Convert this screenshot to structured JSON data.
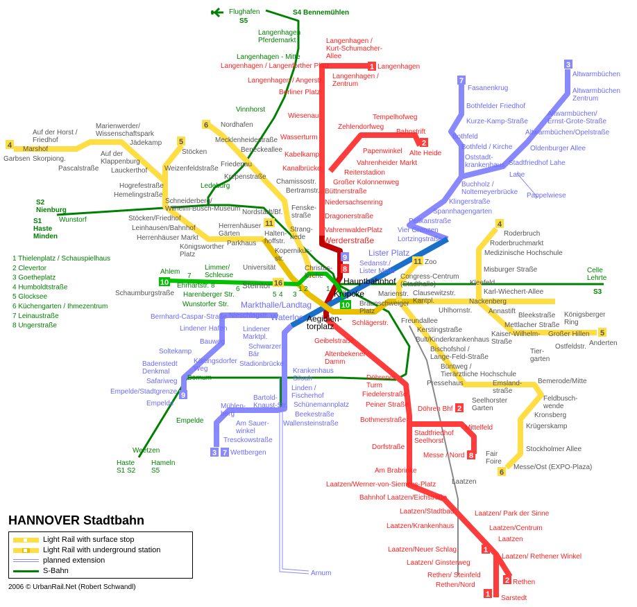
{
  "title": "HANNOVER Stadtbahn",
  "legend": {
    "surface": "Light Rail with surface stop",
    "underground": "Light Rail with underground station",
    "planned": "planned extension",
    "sbahn": "S-Bahn"
  },
  "copyright": "2006 © UrbanRail.Net (Robert Schwandl)",
  "colors": {
    "red": "#ff3c3c",
    "darkred": "#c00000",
    "purple": "#8888ff",
    "blue": "#1a70c8",
    "yellow": "#ffdd44",
    "darkyellow": "#e8c000",
    "green": "#00c000",
    "sbahn": "#008000",
    "grey": "#888888"
  },
  "labels": {
    "red": [
      "Langenhagen /\nKurt-Schumacher-\nAllee",
      "Langenhagen",
      "Langenhagen / Langenforther Platz",
      "Langenhagen /\nZentrum",
      "Langenhagen / Angerstr.",
      "Berliner Platz",
      "Wiesenau",
      "Wasserturm",
      "Kabelkamp",
      "Kanalbrücke",
      "Zehlendorfweg",
      "Tempelhofweg",
      "Bahnstrift",
      "Papenwinkel",
      "Alte Heide",
      "Vahrenheider Markt",
      "Reiterstadion",
      "Großer Kolonnenweg",
      "Büttnerstraße",
      "Niedersachsenring",
      "Dragonerstraße",
      "VahrenwalderPlatz",
      "Werderstraße",
      "Schlägerstr.",
      "Geibelstraße",
      "Altenbekener\nDamm",
      "Döhrener\nTurm",
      "Fiedelerstraße",
      "Peiner Straße",
      "Döhren Bhf",
      "Bothmerstraße",
      "Mittelfeld",
      "Stadtfriedhof\nSeelhorst",
      "Messe / Nord",
      "Dorfstraße",
      "Am Brabrinke",
      "Laatzen/Werner-von-Siemens-Platz",
      "Bahnhof Laatzen/Eichstraße",
      "Laatzen/Stadtbad",
      "Laatzen/ Park der Sinne",
      "Laatzen/Krankenhaus",
      "Laatzen/Centrum",
      "Laatzen",
      "Laatzen/Neuer Schlag",
      "Laatzen/ Rethener Winkel",
      "Laatzen/ Ginsterweg",
      "Rethen/ Steinfeld",
      "Rethen/Nord",
      "Rethen",
      "Sarstedt"
    ],
    "purple": [
      "Altwarmbüchen",
      "Altwarmbüchen\nZentrum",
      "Altwarmbüchen/\nErnst-Grote-Straße",
      "Altwarmbüchen/Opelstraße",
      "Oldenburger Allee",
      "Stadtfriedhof Lahe",
      "Pappelwiese",
      "Fasanenkrug",
      "Bothfelder Friedhof",
      "Kurze-Kamp-Straße",
      "Bothfeld",
      "Bothfeld / Kirche",
      "Oststadt-\nkrankenhaus",
      "Lahe",
      "Buchholz /\nNoltemeyerbrücke",
      "Klingerstraße",
      "Spannhagengarten",
      "Pelikanstraße",
      "Vier Grenzen",
      "Lortzingstraße",
      "Lister Platz",
      "Sedanstr./\nLister Meile",
      "Markthalle/Landtag",
      "Nieschlagstr.",
      "Waterloo",
      "Bernhard-Caspar-Straße",
      "Lindener\nMarktpl.",
      "Schwarzer\nBär",
      "Stadionbrücke",
      "Lindener Hafen",
      "Bauweg",
      "Soltekamp",
      "Körtingsdorfer\nWeg",
      "Badenstedt\nDenkmal",
      "Safariweg",
      "Empelde/Stadtgrenze",
      "Empelde",
      "Krankenhaus\nSiloah",
      "Linden /\nFischerhof",
      "Schünemannplatz",
      "Beekestraße",
      "Wallensteinstraße",
      "Bartold-\nKnaust-Str.",
      "Mühlen-\nberg",
      "Am Sauer-\nwinkel",
      "Tresckowstraße",
      "Wettbergen",
      "Arnum"
    ],
    "grey": [
      "Nordhafen",
      "Mecklenheidestraße",
      "Beneckeallee",
      "Friedenau",
      "Krepenstraße",
      "Chamissostr.",
      "Bertramstr.",
      "Fenske-\nstraße",
      "Nordstadt/Bf.",
      "Herrenhäuser\nGärten",
      "Halten-\nhoffstr.",
      "Strang-\nriede",
      "Parkhaus",
      "Kopernikus-\nstr.",
      "Schneiderberg/\nWilhelm-Busch-Museum",
      "Universität",
      "Christus-\nkirche",
      "Königsworther\nPlatz",
      "Steintor",
      "Braunschweiger\nPlatz",
      "Marienstr.",
      "Congress-Centrum\n(Stadthalle)",
      "Kleefeld",
      "Clausewitzstr.\nKantpl.",
      "Auf der Horst /\nFriedhof",
      "Marshof",
      "Garbsen",
      "Skorpiong.",
      "Pascalstraße",
      "Marienwerder/\nWissenschaftspark",
      "Jädekamp",
      "Auf der\nKlappenburg",
      "Lauckerthof",
      "Stöcken",
      "Weizenfeldstraße",
      "Hogrefestraße",
      "Hemelingstraße",
      "Stöcken/Friedhof",
      "Leinhausen/Bahnhof",
      "Herrenhäuser Markt",
      "Schaumburgstraße",
      "Roderbruch",
      "Roderbruchmarkt",
      "Medizinische Hochschule",
      "Misburger Straße",
      "Karl-Wiechert-Allee",
      "Nackenberg",
      "Annastift",
      "Uhlhornstr.",
      "Freundallee",
      "Kerstingstraße",
      "Bult/Kinderkrankenhaus",
      "Bischofshol /\nLange-Feld-Straße",
      "Büntweg /\nTierärztliche Hochschule",
      "Pressehaus",
      "Emsland-\nstraße",
      "Seelhorster\nGarten",
      "Bemerode/Mitte",
      "Feldbusch-\nwende",
      "Kronsberg",
      "Krügerskamp",
      "Stockholmer Allee",
      "Messe/Ost (EXPO-Plaza)",
      "Bleekstraße",
      "Mettlacher Straße",
      "Kaiser-Wilhelm-\nStraße",
      "Großer Hillen",
      "Königsberger\nRing",
      "Tier-\ngarten",
      "Ostfeldstr.",
      "Anderten",
      "Laatzen",
      "Fair\nFoire",
      "Zoo"
    ],
    "black": [
      "Hauptbahnhof",
      "Kröpcke",
      "Aegidien-\ntorplatz"
    ],
    "green": [
      "Flughafen",
      "S5",
      "S4 Bennemühlen",
      "Langenhagen\nPferdemarkt",
      "Langenhagen - Mitte",
      "Vinnhorst",
      "Ledeburg",
      "S2\nNienburg",
      "Wunstorf",
      "S1\nHaste\nMinden",
      "Ahlem",
      "Limmer/\nSchleuse",
      "Ehrhartstr.",
      "Harenberger Str.",
      "Wunstorfer Str.",
      "Celle\nLehrte",
      "S3",
      "Bornum",
      "Empelde",
      "Weetzen",
      "Haste\nS1 S2",
      "Hameln\nS5",
      "1",
      "8",
      "7",
      "6",
      "5",
      "4",
      "3",
      "2",
      "1"
    ],
    "green_list": [
      "1 Thielenplatz / Schauspielhaus",
      "2 Clevertor",
      "3 Goetheplatz",
      "4 Humboldtstraße",
      "5 Glocksee",
      "6 Küchengarten / Ihmezentrum",
      "7 Leinaustraße",
      "8 Ungerstraße"
    ]
  },
  "badges": [
    {
      "n": "1",
      "c": "red"
    },
    {
      "n": "2",
      "c": "red"
    },
    {
      "n": "8",
      "c": "red"
    },
    {
      "n": "9",
      "c": "purple"
    },
    {
      "n": "3",
      "c": "purple"
    },
    {
      "n": "7",
      "c": "purple"
    },
    {
      "n": "4",
      "c": "yellow"
    },
    {
      "n": "5",
      "c": "yellow"
    },
    {
      "n": "6",
      "c": "yellow"
    },
    {
      "n": "11",
      "c": "yellow"
    },
    {
      "n": "16",
      "c": "yellow"
    },
    {
      "n": "10",
      "c": "green"
    },
    {
      "n": "11",
      "c": "yellow"
    },
    {
      "n": "4",
      "c": "yellow"
    },
    {
      "n": "5",
      "c": "yellow"
    },
    {
      "n": "6",
      "c": "yellow"
    },
    {
      "n": "1",
      "c": "red"
    },
    {
      "n": "8",
      "c": "red"
    },
    {
      "n": "2",
      "c": "red"
    },
    {
      "n": "1",
      "c": "red"
    },
    {
      "n": "3",
      "c": "purple"
    },
    {
      "n": "7",
      "c": "purple"
    },
    {
      "n": "9",
      "c": "purple"
    },
    {
      "n": "10",
      "c": "green"
    },
    {
      "n": "2",
      "c": "red"
    }
  ]
}
